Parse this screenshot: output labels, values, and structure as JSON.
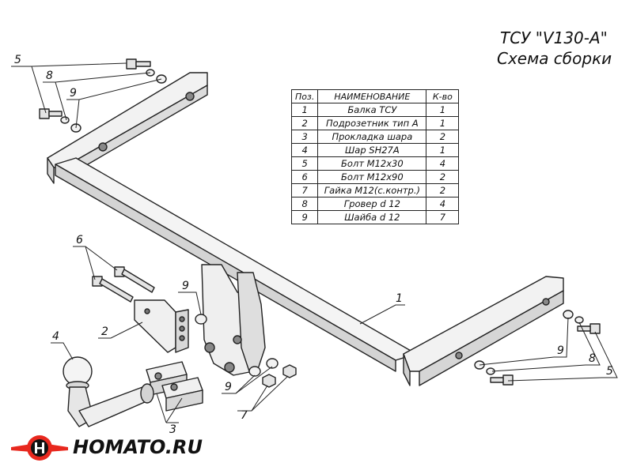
{
  "title": {
    "line1": "ТСУ \"V130-A\"",
    "line2": "Схема сборки"
  },
  "table": {
    "headers": [
      "Поз.",
      "НАИМЕНОВАНИЕ",
      "К-во"
    ],
    "rows": [
      {
        "pos": "1",
        "name": "Балка ТСУ",
        "qty": "1"
      },
      {
        "pos": "2",
        "name": "Подрозетник тип А",
        "qty": "1"
      },
      {
        "pos": "3",
        "name": "Прокладка шара",
        "qty": "2"
      },
      {
        "pos": "4",
        "name": "Шар SH27A",
        "qty": "1"
      },
      {
        "pos": "5",
        "name": "Болт М12х30",
        "qty": "4"
      },
      {
        "pos": "6",
        "name": "Болт М12х90",
        "qty": "2"
      },
      {
        "pos": "7",
        "name": "Гайка М12(с.контр.)",
        "qty": "2"
      },
      {
        "pos": "8",
        "name": "Гровер d 12",
        "qty": "4"
      },
      {
        "pos": "9",
        "name": "Шайба d 12",
        "qty": "7"
      }
    ]
  },
  "callouts": {
    "c5a": "5",
    "c8a": "8",
    "c9a": "9",
    "c6": "6",
    "c9b": "9",
    "c2": "2",
    "c4": "4",
    "c3": "3",
    "c9c": "9",
    "c7": "7",
    "c1": "1",
    "c9d": "9",
    "c8b": "8",
    "c5b": "5"
  },
  "logo": {
    "text": "HOMATO.RU",
    "colors": {
      "ring": "#e8281e",
      "inner": "#111111",
      "wing": "#e8281e"
    }
  }
}
